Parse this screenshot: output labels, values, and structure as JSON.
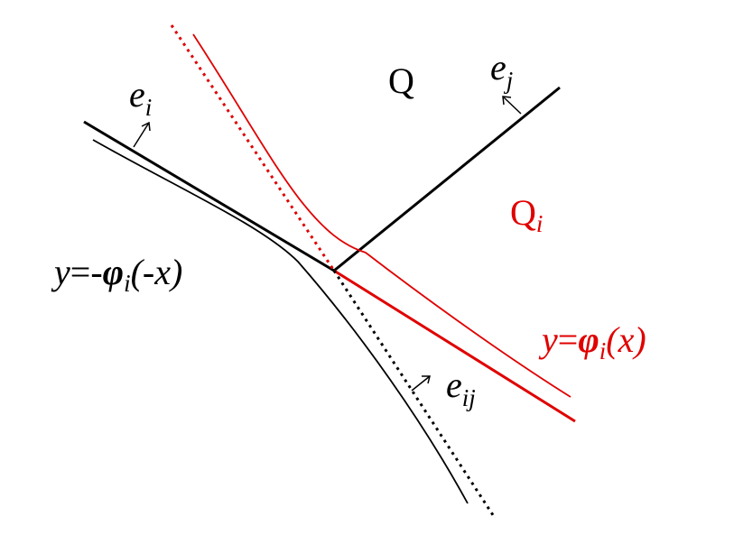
{
  "colors": {
    "black": "#000000",
    "red": "#e00000",
    "background": "#ffffff"
  },
  "labels": {
    "Q": "Q",
    "Qi_base": "Q",
    "Qi_sub": "i",
    "ei_base": "e",
    "ei_sub": "i",
    "ej_base": "e",
    "ej_sub": "j",
    "eij_base": "e",
    "eij_sub": "ij",
    "left_curve": {
      "y": "y",
      "eq": "=-",
      "phi": "φ",
      "sub": "i",
      "arg": "(-x)"
    },
    "right_curve": {
      "y": "y",
      "eq": "=",
      "phi": "φ",
      "sub": "i",
      "arg": "(x)"
    }
  }
}
